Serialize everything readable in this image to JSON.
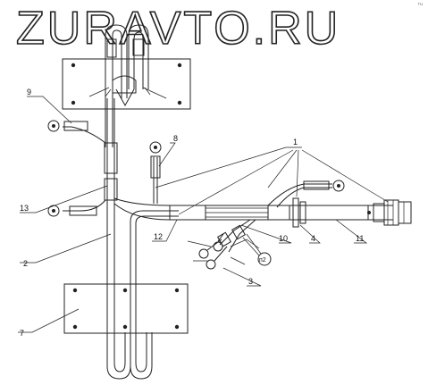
{
  "watermark": "ZURAVTO.RU",
  "corner_mark": "ru",
  "callouts": [
    {
      "id": "label-1",
      "text": "1"
    },
    {
      "id": "label-2",
      "text": "2"
    },
    {
      "id": "label-3",
      "text": "3"
    },
    {
      "id": "label-4",
      "text": "4"
    },
    {
      "id": "label-7",
      "text": "7"
    },
    {
      "id": "label-8",
      "text": "8"
    },
    {
      "id": "label-9",
      "text": "9"
    },
    {
      "id": "label-10",
      "text": "10"
    },
    {
      "id": "label-11",
      "text": "11"
    },
    {
      "id": "label-12",
      "text": "12"
    },
    {
      "id": "label-13",
      "text": "13"
    },
    {
      "id": "label-n2",
      "text": "п2"
    }
  ]
}
